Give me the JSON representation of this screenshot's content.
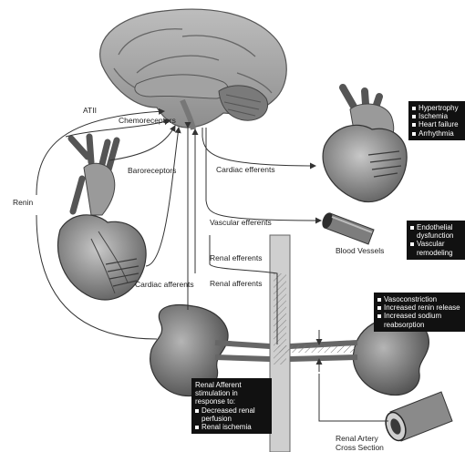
{
  "labels": {
    "atii": "ATII",
    "chemoreceptors": "Chemoreceptors",
    "baroreceptors": "Baroreceptors",
    "renin": "Renin",
    "cardiac_afferents": "Cardiac afferents",
    "cardiac_efferents": "Cardiac efferents",
    "vascular_efferents": "Vascular efferents",
    "blood_vessels": "Blood Vessels",
    "renal_efferents": "Renal efferents",
    "renal_afferents": "Renal afferents",
    "renal_artery_line1": "Renal Artery",
    "renal_artery_line2": "Cross Section"
  },
  "boxes": {
    "heart_effects": [
      "Hypertrophy",
      "Ischemia",
      "Heart failure",
      "Arrhythmia"
    ],
    "vessel_effects": [
      "Endothelial dysfunction",
      "Vascular remodeling"
    ],
    "kidney_effects": [
      "Vasoconstriction",
      "Increased renin release",
      "Increased sodium reabsorption"
    ],
    "renal_afferent": {
      "intro": "Renal Afferent stimulation in response to:",
      "items": [
        "Decreased renal perfusion",
        "Renal ischemia"
      ]
    }
  }
}
